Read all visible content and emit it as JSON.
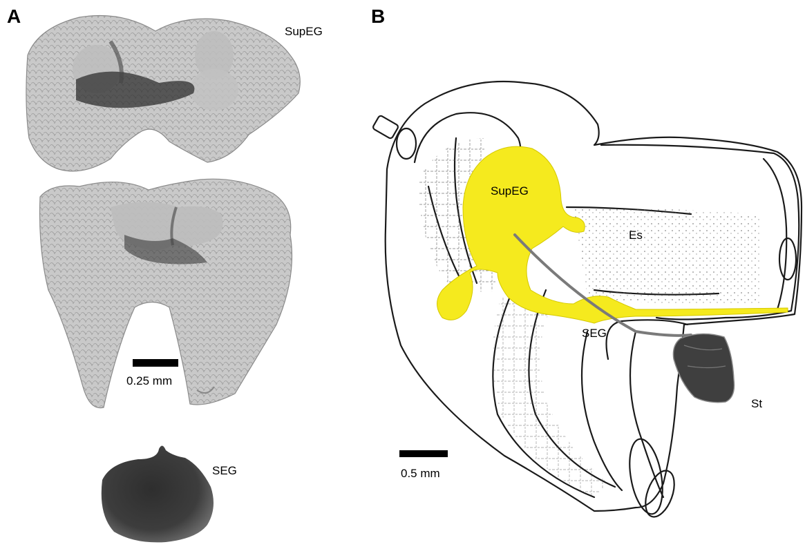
{
  "panel_a": {
    "letter": "A",
    "label_supeg": "SupEG",
    "label_seg": "SEG",
    "scale_text": "0.25 mm"
  },
  "panel_b": {
    "letter": "B",
    "label_supeg": "SupEG",
    "label_es": "Es",
    "label_seg": "SEG",
    "label_st": "St",
    "scale_text": "0.5 mm"
  },
  "colors": {
    "ganglion_highlight": "#f5ea1e",
    "tissue_light": "#bdbdbd",
    "tissue_dark": "#3a3a3a",
    "line_art": "#1a1a1a",
    "electrode": "#7a7a7a"
  }
}
